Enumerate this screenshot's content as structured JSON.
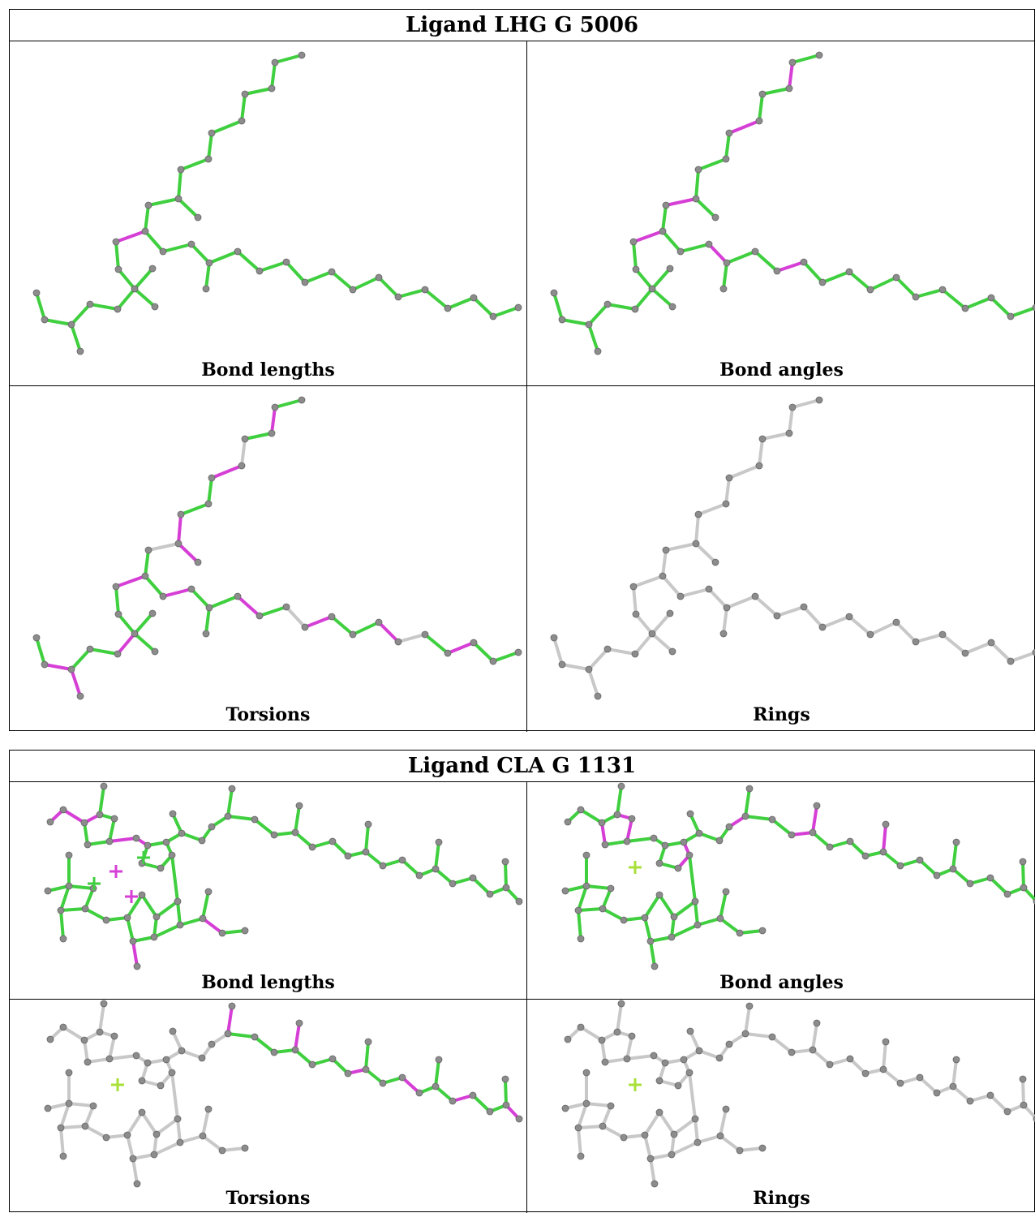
{
  "colors": {
    "ok": "#3fcf3f",
    "outlier": "#d63fd6",
    "neutral": "#c8c8c8",
    "atom": "#8c8c8c",
    "ring_marker": "#a8e03a"
  },
  "panels": [
    {
      "title": "Ligand LHG G 5006",
      "labels": [
        "Bond lengths",
        "Bond angles",
        "Torsions",
        "Rings"
      ]
    },
    {
      "title": "Ligand CLA G 1131",
      "labels": [
        "Bond lengths",
        "Bond angles",
        "Torsions",
        "Rings"
      ]
    }
  ]
}
